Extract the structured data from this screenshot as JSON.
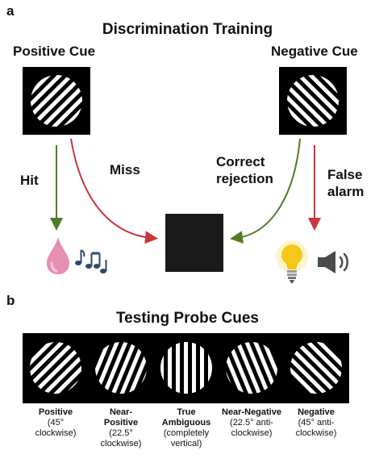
{
  "panel_a": {
    "letter": "a",
    "title": "Discrimination Training",
    "positive_cue": "Positive Cue",
    "negative_cue": "Negative Cue",
    "hit": "Hit",
    "miss": "Miss",
    "correct_rejection_line1": "Correct",
    "correct_rejection_line2": "rejection",
    "false_alarm_line1": "False",
    "false_alarm_line2": "alarm",
    "icons": [
      "water-drop-icon",
      "music-notes-icon",
      "light-bulb-icon",
      "speaker-icon"
    ],
    "colors": {
      "hit_arrow": "#4e7d25",
      "miss_arrow": "#c8353b",
      "cue_bg": "#000000",
      "blank_square": "#1a1a1a",
      "drop": "#e58fb3",
      "notes": "#2c4a6b",
      "bulb": "#f6c719"
    }
  },
  "panel_b": {
    "letter": "b",
    "title": "Testing Probe Cues",
    "probes": [
      {
        "name": "Positive",
        "detail_line1": "(45°",
        "detail_line2": "clockwise)",
        "detail_line3": ""
      },
      {
        "name": "Near-",
        "name2": "Positive",
        "detail_line1": "(22.5°",
        "detail_line2": "clockwise)"
      },
      {
        "name": "True",
        "name2": "Ambiguous",
        "detail_line1": "(completely",
        "detail_line2": "vertical)"
      },
      {
        "name": "Near-Negative",
        "detail_line1": "(22.5° anti-",
        "detail_line2": "clockwise)"
      },
      {
        "name": "Negative",
        "detail_line1": "(45° anti-",
        "detail_line2": "clockwise)"
      }
    ]
  }
}
